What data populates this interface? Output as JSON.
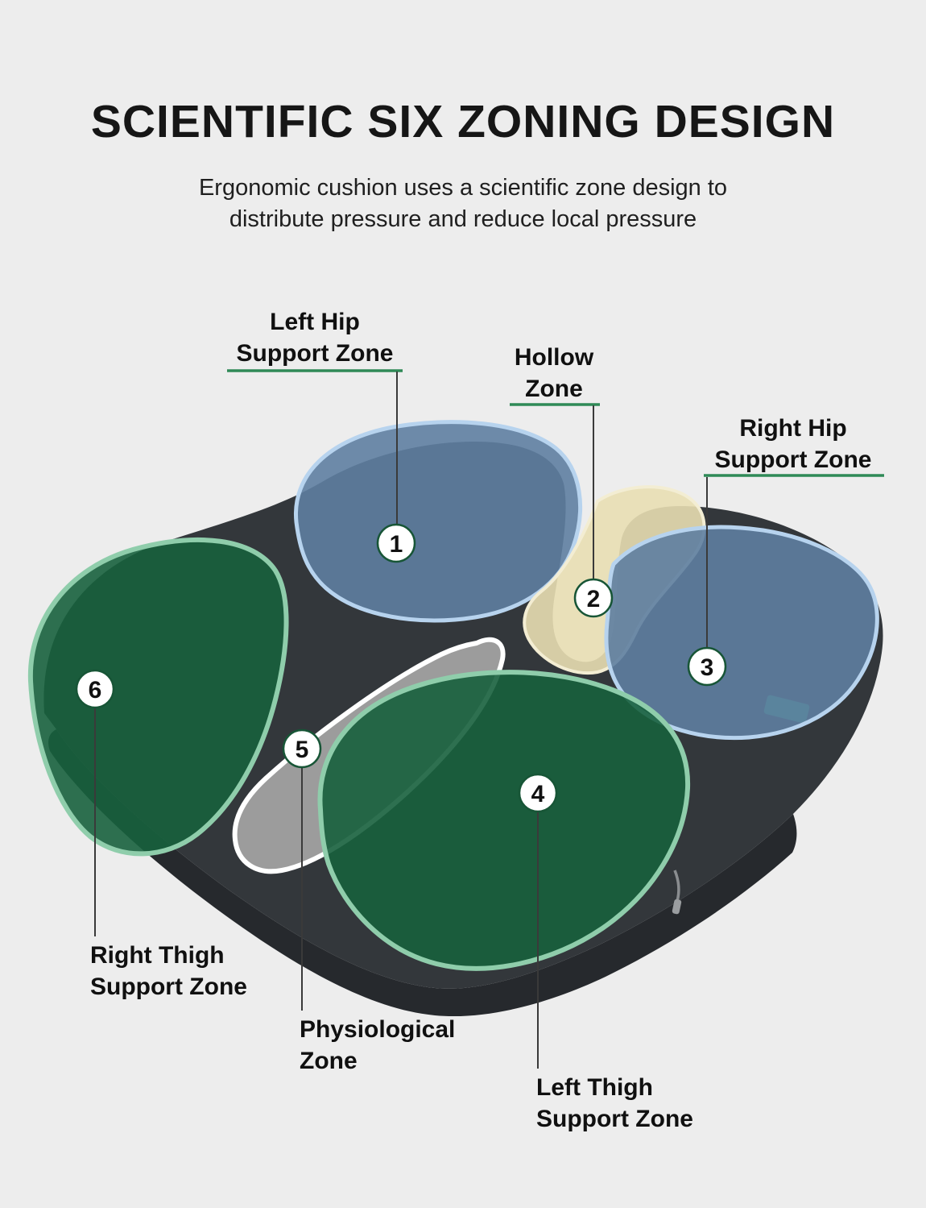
{
  "header": {
    "title": "SCIENTIFIC SIX ZONING DESIGN",
    "subtitle_line1": "Ergonomic  cushion uses a scientific zone design to",
    "subtitle_line2": "distribute pressure and reduce local pressure"
  },
  "zones": [
    {
      "number": "1",
      "name": "Left Hip Support Zone",
      "label_line1": "Left Hip",
      "label_line2": "Support Zone",
      "fill": "#5e7ea1",
      "stroke": "#b7d3ee"
    },
    {
      "number": "2",
      "name": "Hollow Zone",
      "label_line1": "Hollow",
      "label_line2": "Zone",
      "fill": "#e8deb2",
      "stroke": "#f3edd3"
    },
    {
      "number": "3",
      "name": "Right Hip Support Zone",
      "label_line1": "Right Hip",
      "label_line2": "Support Zone",
      "fill": "#5e7ea1",
      "stroke": "#b7d3ee"
    },
    {
      "number": "4",
      "name": "Left Thigh Support Zone",
      "label_line1": "Left Thigh",
      "label_line2": "Support Zone",
      "fill": "#17603d",
      "stroke": "#8fcdab"
    },
    {
      "number": "5",
      "name": "Physiological Zone",
      "label_line1": "Physiological",
      "label_line2": "Zone",
      "fill": "#a7a7a7",
      "stroke": "#ffffff"
    },
    {
      "number": "6",
      "name": "Right Thigh Support Zone",
      "label_line1": "Right Thigh",
      "label_line2": "Support Zone",
      "fill": "#17603d",
      "stroke": "#8fcdab"
    }
  ],
  "colors": {
    "background": "#ededed",
    "cushion_top": "#33373b",
    "cushion_side": "#26292d",
    "accent_green": "#2f8a57",
    "marker_border": "#175536",
    "marker_text": "#111111",
    "leader_line": "#3a3a3a",
    "tag_green": "#35b27b"
  }
}
